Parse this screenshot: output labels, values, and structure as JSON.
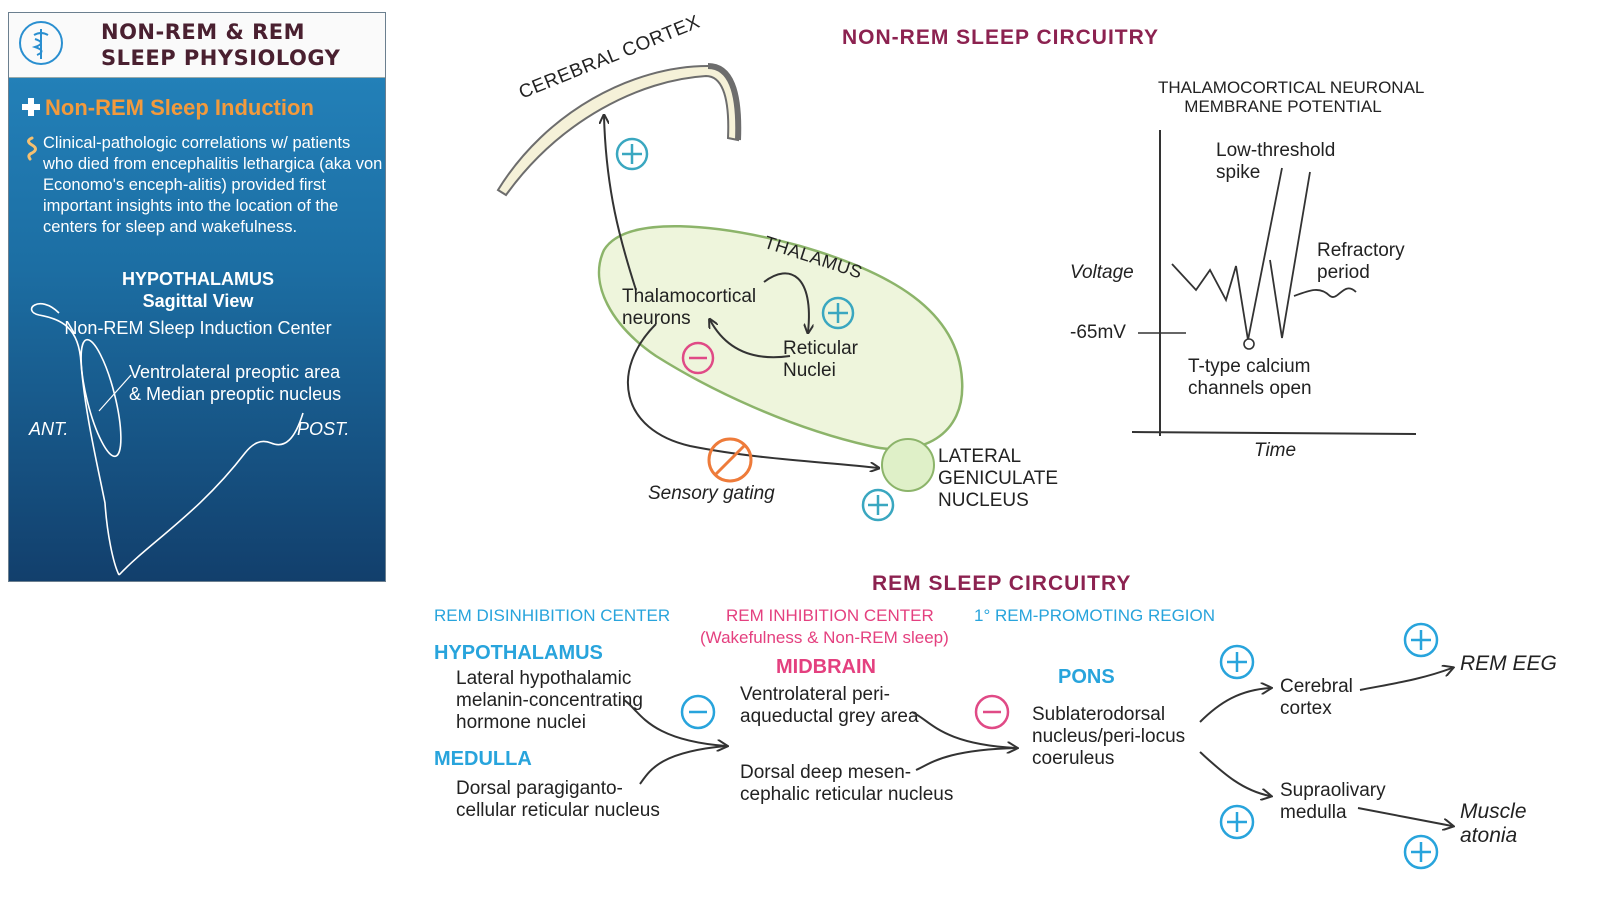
{
  "card": {
    "title_line1": "NON-REM & REM",
    "title_line2": "SLEEP PHYSIOLOGY",
    "section_title": "Non-REM Sleep Induction",
    "info_text": "Clinical-pathologic correlations w/ patients who died from encephalitis lethargica (aka von Economo's enceph-alitis) provided first important insights into the location of the centers for sleep and wakefulness.",
    "hypothalamus_title": "HYPOTHALAMUS",
    "sagittal_view": "Sagittal View",
    "center_label": "Non-REM Sleep Induction Center",
    "vlpo_line1": "Ventrolateral preoptic area",
    "vlpo_line2": "& Median preoptic nucleus",
    "ant": "ANT.",
    "post": "POST."
  },
  "nonrem": {
    "title": "NON-REM SLEEP CIRCUITRY",
    "cerebral_cortex": "CEREBRAL CORTEX",
    "thalamus": "THALAMUS",
    "tc_neurons_line1": "Thalamocortical",
    "tc_neurons_line2": "neurons",
    "reticular_line1": "Reticular",
    "reticular_line2": "Nuclei",
    "lgn_line1": "LATERAL",
    "lgn_line2": "GENICULATE",
    "lgn_line3": "NUCLEUS",
    "sensory_gating": "Sensory gating"
  },
  "graph": {
    "title_line1": "THALAMOCORTICAL NEURONAL",
    "title_line2": "MEMBRANE POTENTIAL",
    "voltage": "Voltage",
    "time": "Time",
    "mv": "-65mV",
    "low_threshold_line1": "Low-threshold",
    "low_threshold_line2": "spike",
    "refractory_line1": "Refractory",
    "refractory_line2": "period",
    "ttype_line1": "T-type calcium",
    "ttype_line2": "channels open"
  },
  "rem": {
    "title": "REM SLEEP CIRCUITRY",
    "disinhibition": "REM DISINHIBITION CENTER",
    "inhibition": "REM INHIBITION CENTER",
    "inhibition_sub": "(Wakefulness & Non-REM sleep)",
    "promoting": "1° REM-PROMOTING REGION",
    "hypothalamus": "HYPOTHALAMUS",
    "lh_line1": "Lateral hypothalamic",
    "lh_line2": "melanin-concentrating",
    "lh_line3": "hormone nuclei",
    "medulla": "MEDULLA",
    "dp_line1": "Dorsal paragiganto-",
    "dp_line2": "cellular reticular nucleus",
    "midbrain": "MIDBRAIN",
    "vl_line1": "Ventrolateral peri-",
    "vl_line2": "aqueductal grey area",
    "dd_line1": "Dorsal deep mesen-",
    "dd_line2": "cephalic reticular nucleus",
    "pons": "PONS",
    "sld_line1": "Sublaterodorsal",
    "sld_line2": "nucleus/peri-locus",
    "sld_line3": "coeruleus",
    "cc_line1": "Cerebral",
    "cc_line2": "cortex",
    "so_line1": "Supraolivary",
    "so_line2": "medulla",
    "rem_eeg": "REM EEG",
    "muscle_line1": "Muscle",
    "muscle_line2": "atonia"
  },
  "colors": {
    "maroon": "#8c2250",
    "blue": "#28a4dc",
    "pink": "#e4407f",
    "orange": "#f39a3c",
    "plus": "#3aa7c0",
    "minus": "#e04a86",
    "block": "#ee7b3a",
    "thalamus_fill": "#eef5dc",
    "thalamus_stroke": "#8cb46a"
  },
  "icons": [
    "caduceus-icon",
    "plus-icon",
    "info-icon",
    "excitatory-icon",
    "inhibitory-icon",
    "blocked-icon"
  ]
}
